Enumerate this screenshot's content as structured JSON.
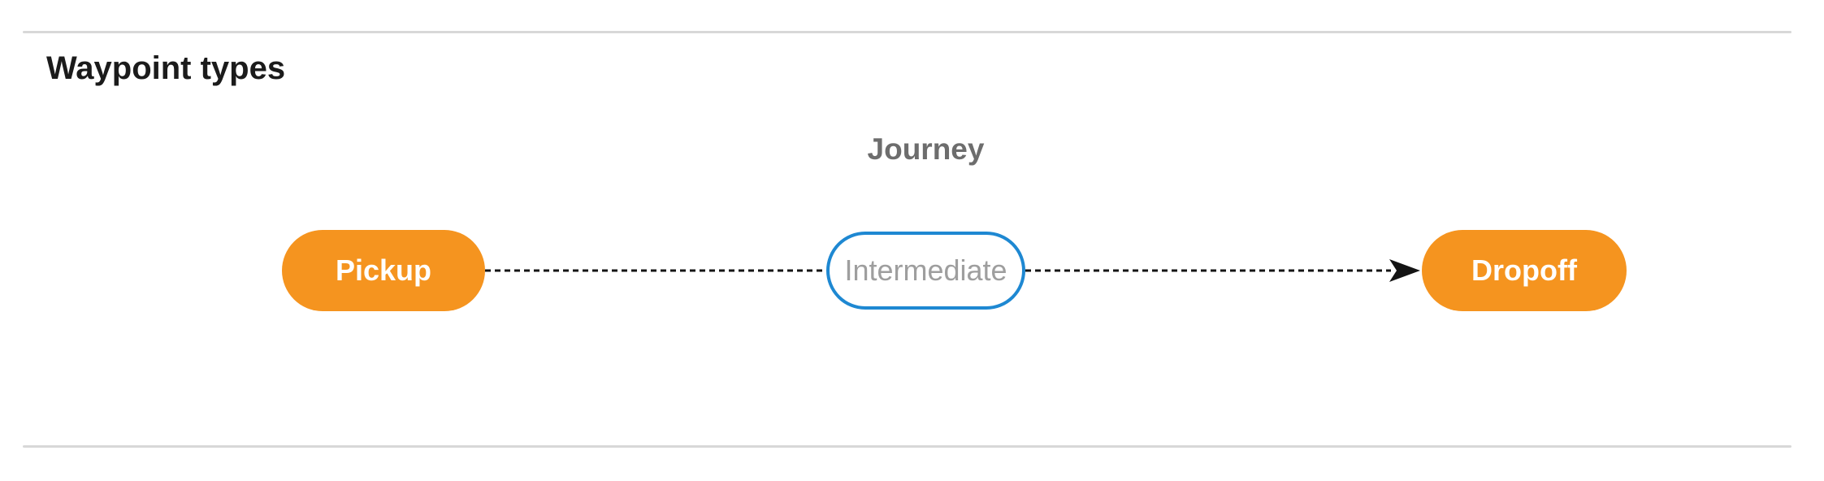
{
  "page": {
    "section_title": "Waypoint types"
  },
  "diagram": {
    "title": "Journey",
    "nodes": [
      {
        "id": "pickup",
        "label": "Pickup",
        "style": "filled"
      },
      {
        "id": "intermediate",
        "label": "Intermediate",
        "style": "outlined"
      },
      {
        "id": "dropoff",
        "label": "Dropoff",
        "style": "filled"
      }
    ],
    "edges": [
      {
        "from": "pickup",
        "to": "intermediate",
        "style": "dashed",
        "arrow": false
      },
      {
        "from": "intermediate",
        "to": "dropoff",
        "style": "dashed",
        "arrow": true
      }
    ]
  },
  "colors": {
    "node-fill": "#F5941F",
    "node-outline": "#1E88D2",
    "node-label-filled": "#FFFFFF",
    "node-label-outlined": "#9E9E9E",
    "journey-label": "#6D6D6D",
    "heading": "#1B1B1B",
    "edge": "#141414",
    "divider": "#D8D8D8",
    "background": "#FFFFFF"
  }
}
